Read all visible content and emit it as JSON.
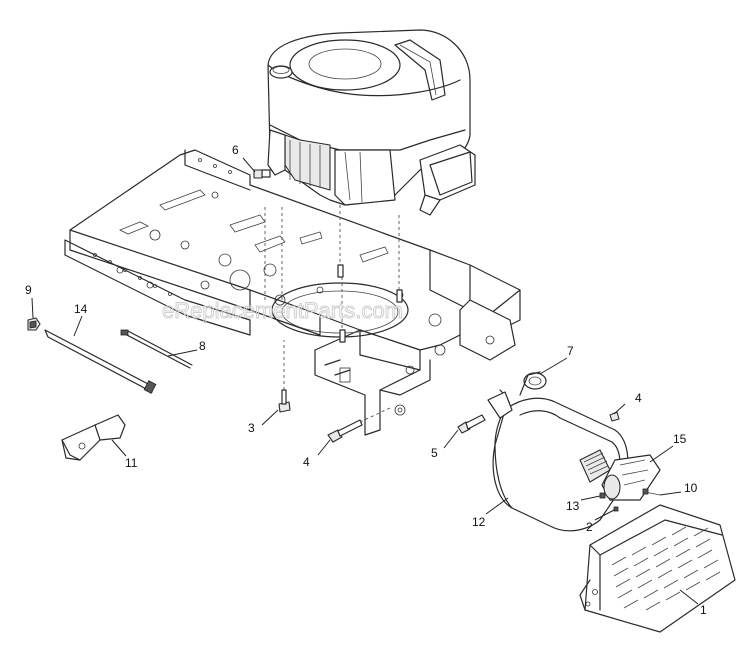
{
  "watermark": "eReplacementParts.com",
  "parts": [
    {
      "id": "1",
      "label": "1"
    },
    {
      "id": "2",
      "label": "2"
    },
    {
      "id": "3",
      "label": "3"
    },
    {
      "id": "4a",
      "label": "4"
    },
    {
      "id": "4b",
      "label": "4"
    },
    {
      "id": "5",
      "label": "5"
    },
    {
      "id": "6",
      "label": "6"
    },
    {
      "id": "7",
      "label": "7"
    },
    {
      "id": "8",
      "label": "8"
    },
    {
      "id": "9",
      "label": "9"
    },
    {
      "id": "10",
      "label": "10"
    },
    {
      "id": "11",
      "label": "11"
    },
    {
      "id": "12",
      "label": "12"
    },
    {
      "id": "13",
      "label": "13"
    },
    {
      "id": "14",
      "label": "14"
    },
    {
      "id": "15",
      "label": "15"
    }
  ]
}
